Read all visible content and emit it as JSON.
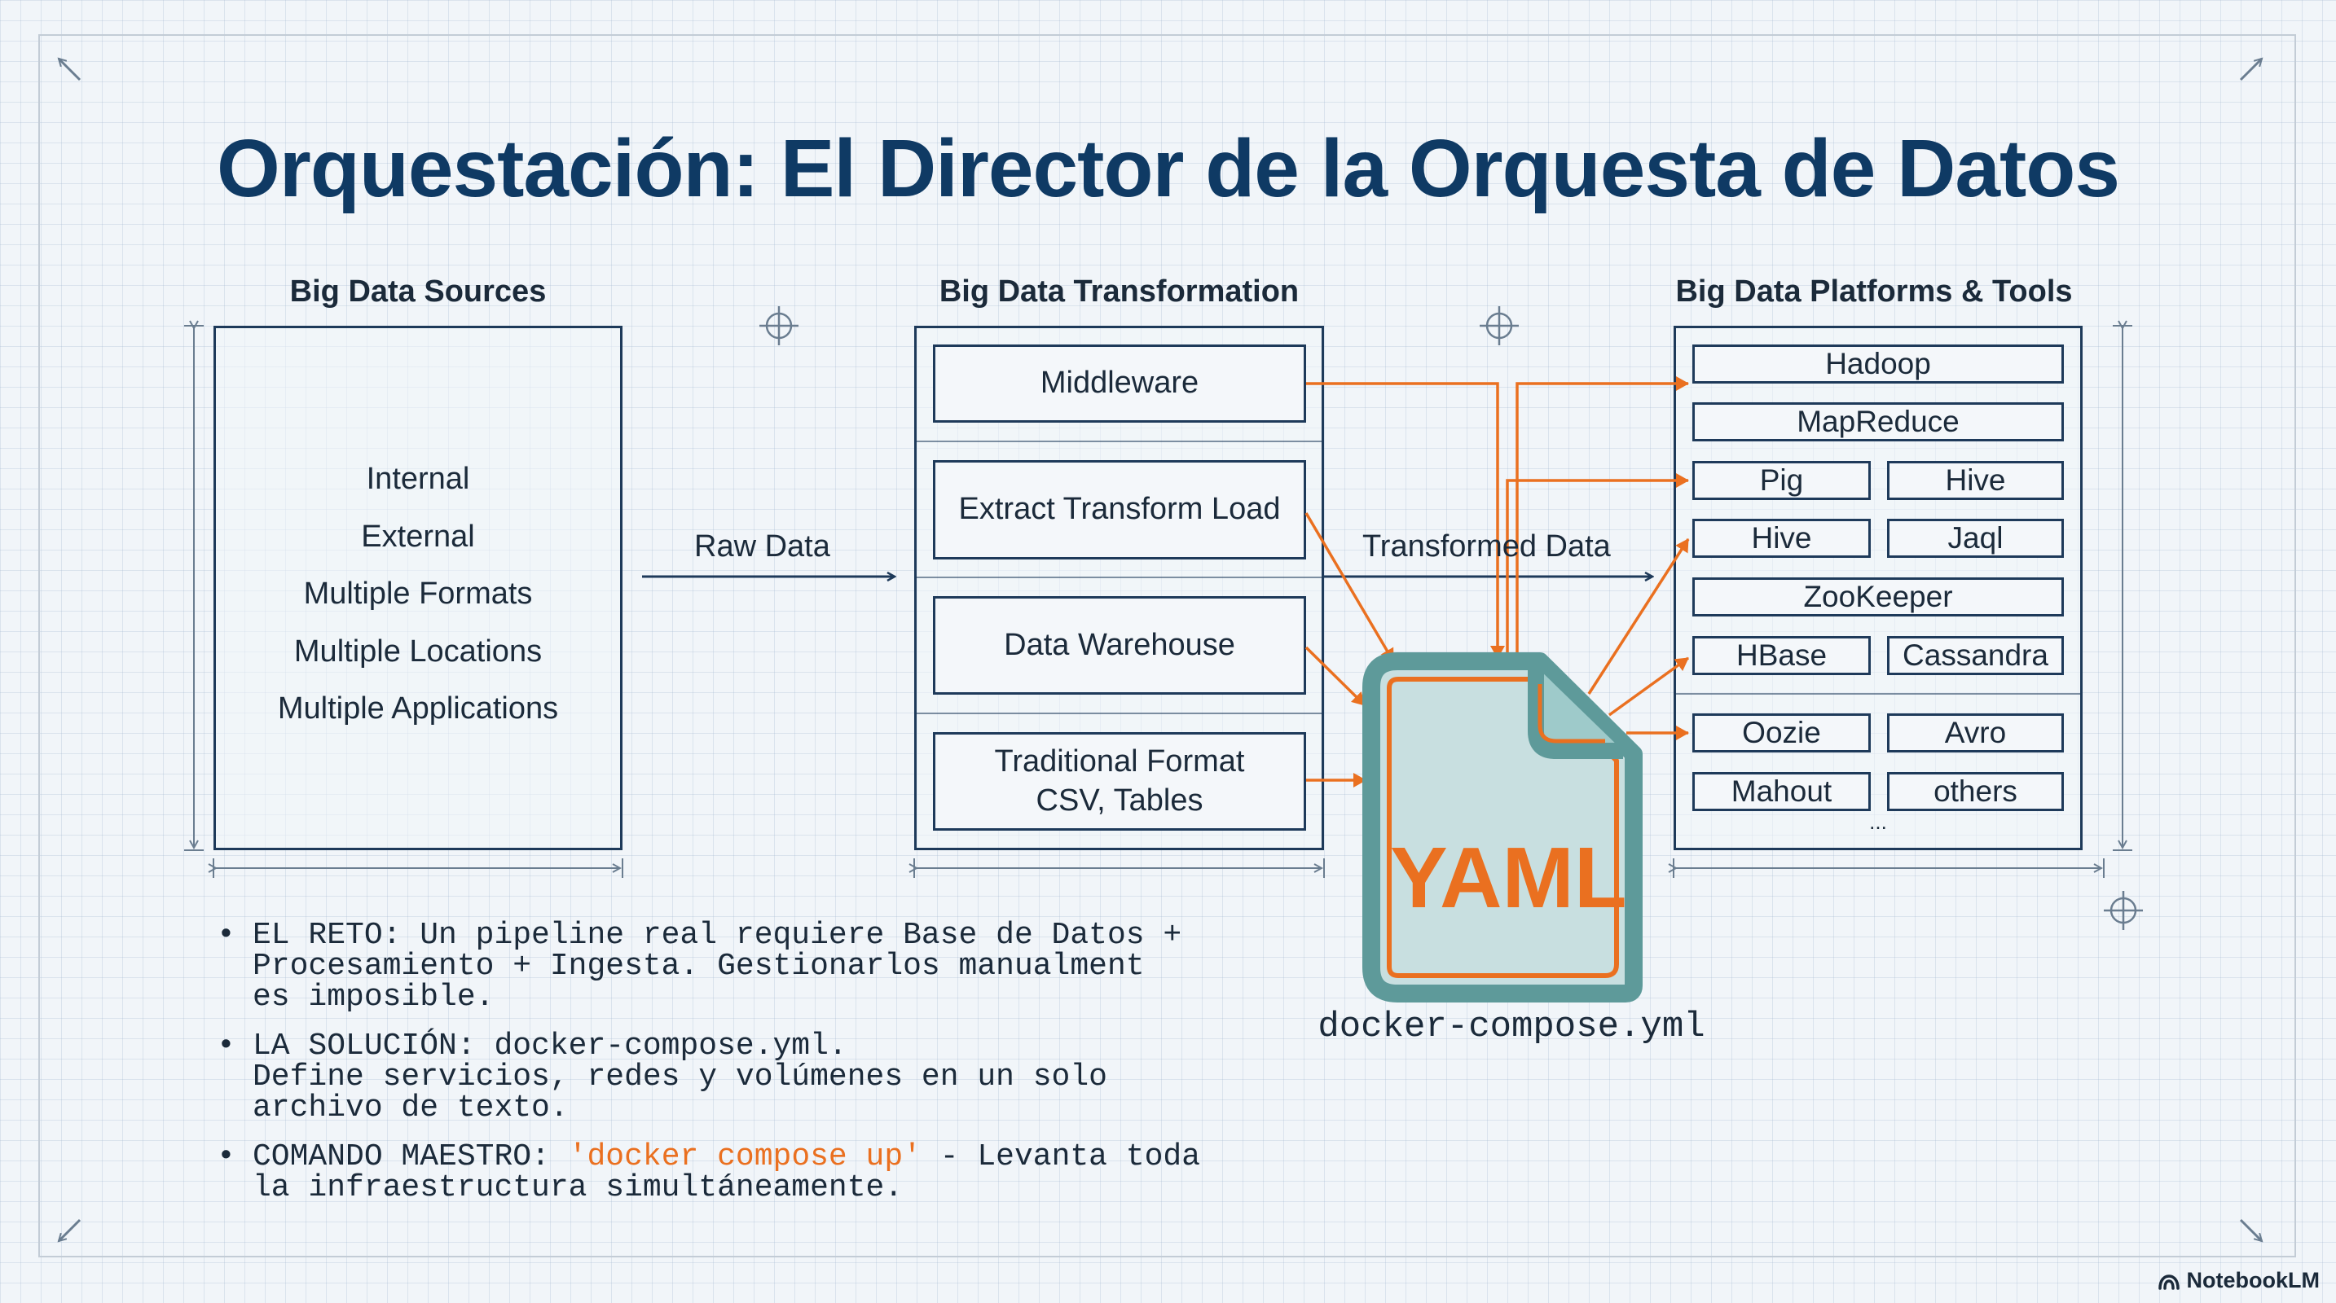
{
  "title": "Orquestación: El Director de la Orquesta de Datos",
  "sources": {
    "header": "Big Data Sources",
    "items": [
      "Internal",
      "External",
      "Multiple Formats",
      "Multiple Locations",
      "Multiple Applications"
    ]
  },
  "transformation": {
    "header": "Big Data Transformation",
    "items": [
      "Middleware",
      "Extract Transform Load",
      "Data Warehouse",
      "Traditional Format\nCSV, Tables"
    ]
  },
  "platforms": {
    "header": "Big Data Platforms & Tools",
    "tools": [
      "Hadoop",
      "MapReduce",
      "Pig",
      "Hive",
      "Hive",
      "Jaql",
      "ZooKeeper",
      "HBase",
      "Cassandra",
      "Oozie",
      "Avro",
      "Mahout",
      "others"
    ],
    "more": "..."
  },
  "flows": {
    "raw_data": "Raw Data",
    "transformed_data": "Transformed Data"
  },
  "yaml": {
    "label": "YAML",
    "caption": "docker-compose.yml"
  },
  "bullets": [
    {
      "bullet": "•",
      "text": "EL RETO: Un pipeline real requiere Base de Datos +\nProcesamiento + Ingesta. Gestionarlos manualment\nes imposible."
    },
    {
      "bullet": "•",
      "text": "LA SOLUCIÓN: docker-compose.yml.\nDefine servicios, redes y volúmenes en un solo\narchivo de texto."
    },
    {
      "bullet": "•",
      "prefix": "COMANDO MAESTRO: ",
      "highlight": "'docker compose up'",
      "suffix": " - Levanta toda\nla infraestructura simultáneamente."
    }
  ],
  "watermark": "NotebookLM",
  "colors": {
    "title": "#0f3a64",
    "box_border": "#1e3a5a",
    "accent_orange": "#ea7020",
    "file_teal": "#5e9a9a",
    "file_fill": "#c8dfe0",
    "background": "#f1f5f9"
  }
}
